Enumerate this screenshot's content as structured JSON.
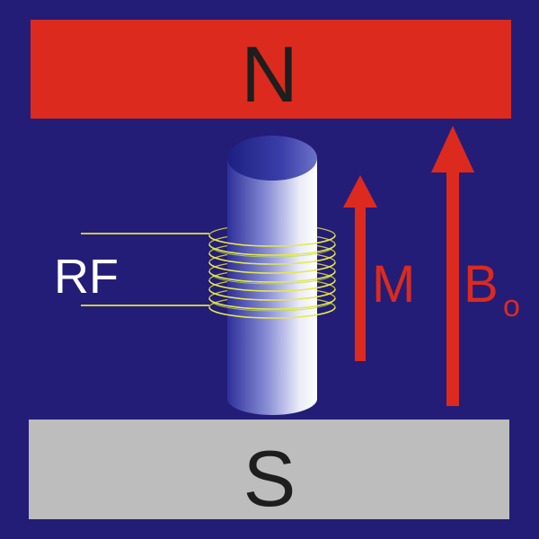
{
  "magnets": {
    "north": {
      "label": "N",
      "color": "#dc2a1e"
    },
    "south": {
      "label": "S",
      "color": "#bdbdbd"
    }
  },
  "sample": {
    "shape": "cylinder"
  },
  "rf_coil": {
    "label": "RF",
    "color": "#e6e23c"
  },
  "vectors": {
    "magnetization": {
      "label": "M"
    },
    "field": {
      "label": "B",
      "subscript": "o"
    },
    "color": "#dc2a1e"
  },
  "colors": {
    "background": "#231d78",
    "label_dark": "#1e1e1e",
    "label_light": "#ffffff"
  }
}
